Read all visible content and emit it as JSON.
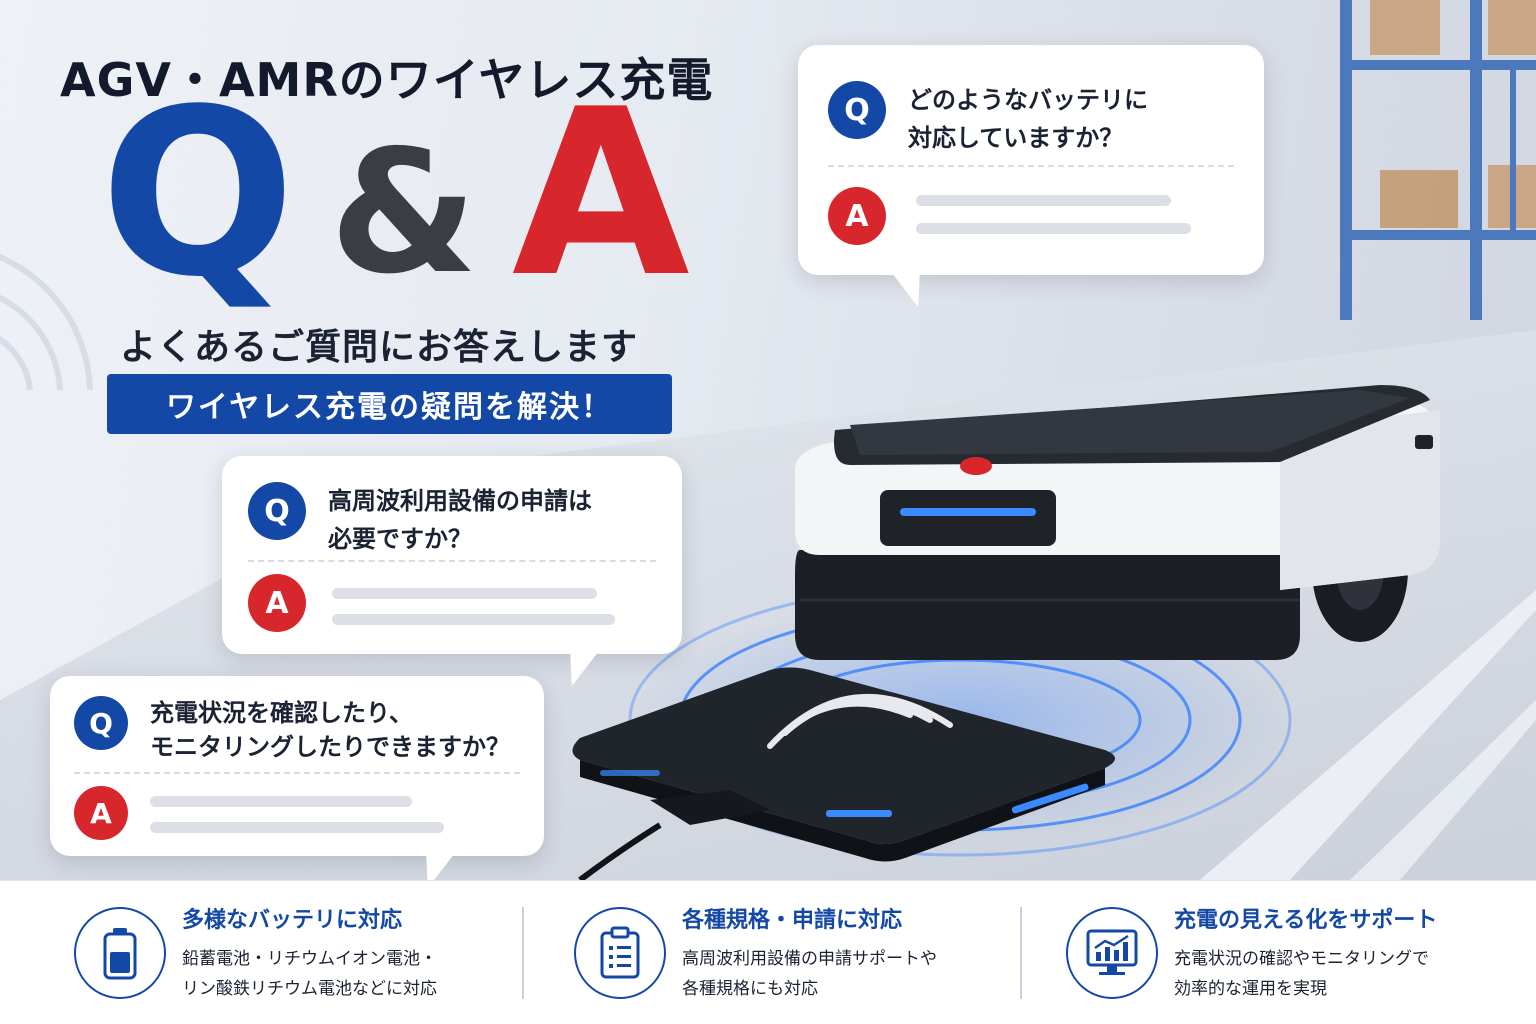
{
  "header": {
    "title": "AGV・AMRのワイヤレス充電",
    "qa_q": "Q",
    "qa_amp": "&",
    "qa_a": "A",
    "subtitle": "よくあるご質問にお答えします",
    "banner": "ワイヤレス充電の疑問を解決！"
  },
  "faq": [
    {
      "q_badge": "Q",
      "a_badge": "A",
      "question_lines": [
        "どのようなバッテリに",
        "対応していますか？"
      ]
    },
    {
      "q_badge": "Q",
      "a_badge": "A",
      "question_lines": [
        "高周波利用設備の申請は",
        "必要ですか？"
      ]
    },
    {
      "q_badge": "Q",
      "a_badge": "A",
      "question_lines": [
        "充電状況を確認したり、",
        "モニタリングしたりできますか？"
      ]
    }
  ],
  "features": [
    {
      "icon": "battery-icon",
      "title": "多様なバッテリに対応",
      "desc_lines": [
        "鉛蓄電池・リチウムイオン電池・",
        "リン酸鉄リチウム電池などに対応"
      ]
    },
    {
      "icon": "clipboard-icon",
      "title": "各種規格・申請に対応",
      "desc_lines": [
        "高周波利用設備の申請サポートや",
        "各種規格にも対応"
      ]
    },
    {
      "icon": "monitor-chart-icon",
      "title": "充電の見える化をサポート",
      "desc_lines": [
        "充電状況の確認やモニタリングで",
        "効率的な運用を実現"
      ]
    }
  ],
  "colors": {
    "brand_blue": "#1448a6",
    "accent_red": "#d8262d",
    "dark": "#3a3d44",
    "glow": "#2f7bff"
  }
}
